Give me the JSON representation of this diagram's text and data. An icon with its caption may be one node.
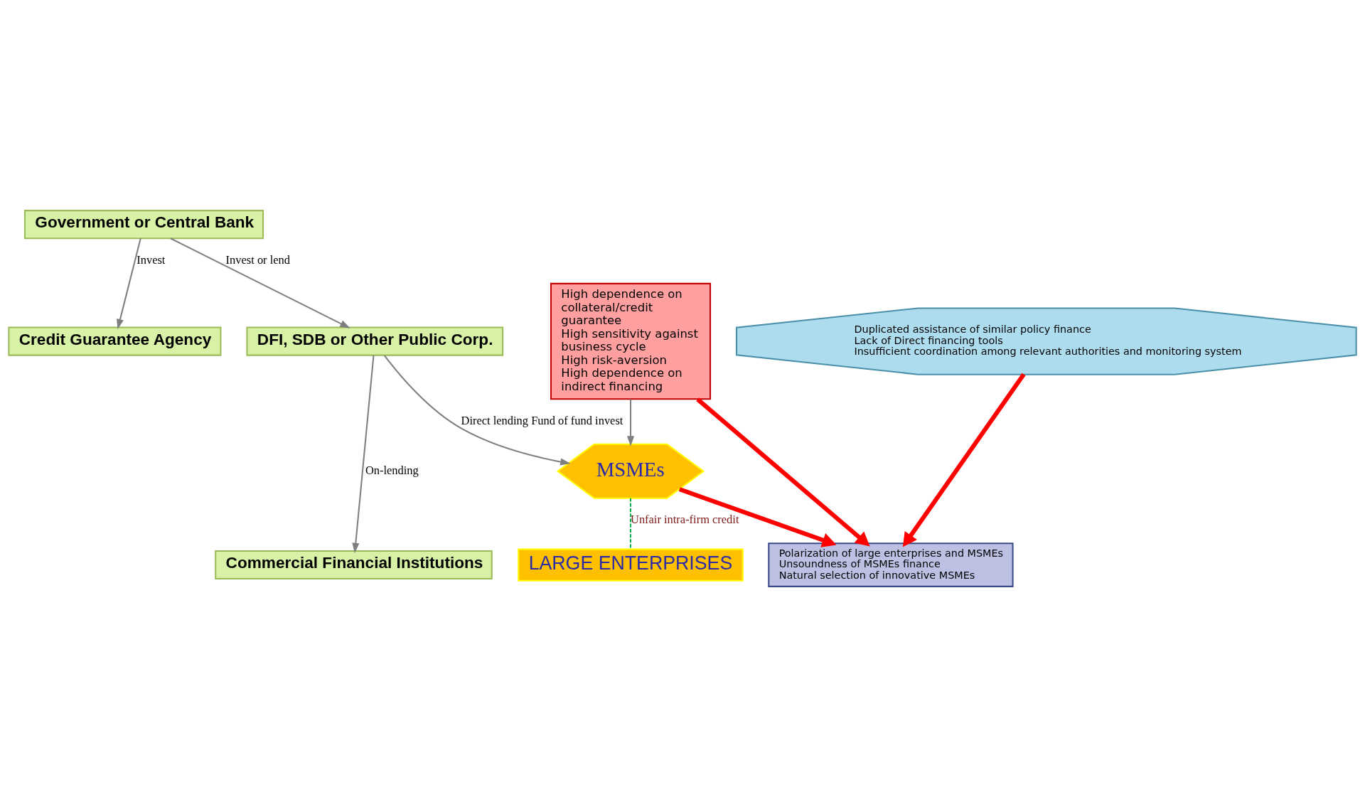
{
  "diagram": {
    "nodes": [
      {
        "text": [
          "Government or Central Bank"
        ]
      },
      {
        "text": [
          "Credit Guarantee Agency"
        ]
      },
      {
        "text": [
          "Duplicated assistance of similar policy finance",
          "Lack of Direct financing tools",
          "Insufficient coordination among relevant authorities and monitoring system"
        ]
      },
      {
        "text": [
          "DFI, SDB or Other Public Corp."
        ]
      },
      {
        "text": [
          "Commercial Financial Institutions"
        ]
      },
      {
        "text": [
          "Polarization of large enterprises and MSMEs",
          "Unsoundness of MSMEs finance",
          "Natural selection of innovative MSMEs"
        ]
      },
      {
        "text": [
          "High dependence on collateral/credit guarantee",
          "High sensitivity against business cycle",
          "High risk-aversion",
          "High dependence on indirect financing"
        ]
      },
      {
        "text": [
          "MSMEs"
        ]
      },
      {
        "text": [
          "LARGE ENTERPRISES"
        ]
      }
    ],
    "edges": [
      {
        "from": 0,
        "to": 1,
        "arrow": "to",
        "label": "Invest"
      },
      {
        "from": 0,
        "to": 3,
        "arrow": "to",
        "label": "Invest or lend"
      },
      {
        "from": 3,
        "to": 4,
        "arrow": "to",
        "label": "On-lending"
      },
      {
        "from": 2,
        "to": 5,
        "arrow": "to",
        "style": "thick",
        "color": "#ff0000"
      },
      {
        "from": 6,
        "to": 5,
        "arrow": "to",
        "style": "thick",
        "color": "#ff0000"
      },
      {
        "from": 7,
        "to": 5,
        "arrow": "to",
        "style": "thick",
        "color": "#ff0000"
      },
      {
        "from": 6,
        "to": 7,
        "arrow": "to"
      },
      {
        "from": 3,
        "to": 7,
        "arrow": "to",
        "label": "Direct lending Fund of fund invest"
      },
      {
        "from": 7,
        "to": 8,
        "arrow": "none",
        "style": "dashed",
        "color": "#00b050",
        "label": "Unfair intra-firm credit"
      }
    ]
  }
}
